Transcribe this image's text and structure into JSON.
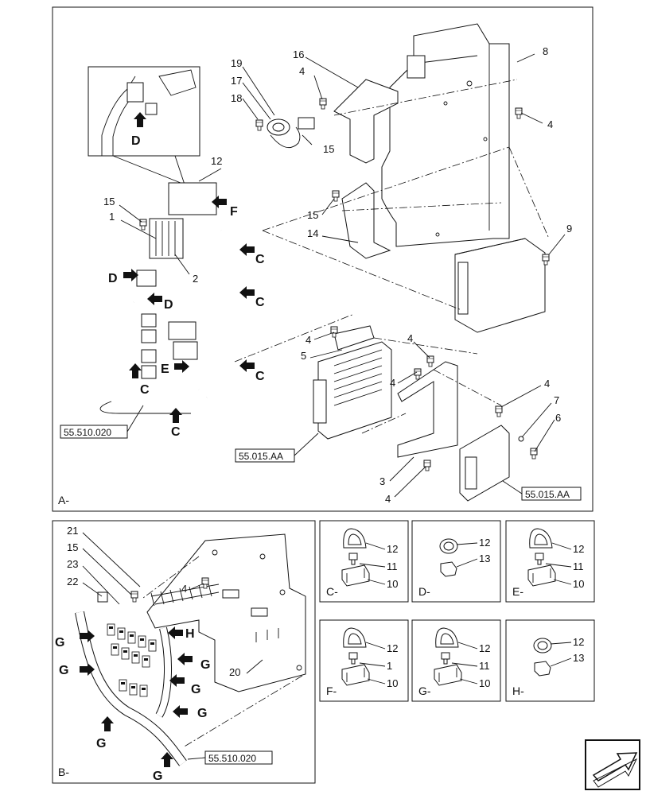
{
  "panels": {
    "A": {
      "section_label": "A-",
      "callouts": {
        "c1": "1",
        "c2": "2",
        "c3": "3",
        "c4a": "4",
        "c4b": "4",
        "c4c": "4",
        "c4d": "4",
        "c4e": "4",
        "c4f": "4",
        "c4g": "4",
        "c5": "5",
        "c6": "6",
        "c7": "7",
        "c8": "8",
        "c9": "9",
        "c12": "12",
        "c14": "14",
        "c15a": "15",
        "c15b": "15",
        "c15c": "15",
        "c16": "16",
        "c17": "17",
        "c18": "18",
        "c19": "19"
      },
      "view_letters": {
        "d1": "D",
        "d2": "D",
        "d3": "D",
        "f1": "F",
        "e1": "E",
        "c1": "C",
        "c2": "C",
        "c3": "C",
        "c4": "C",
        "c5": "C"
      },
      "references": {
        "r1": "55.510.020",
        "r2": "55.015.AA",
        "r3": "55.015.AA"
      }
    },
    "B": {
      "section_label": "B-",
      "callouts": {
        "c4": "4",
        "c15": "15",
        "c20": "20",
        "c21": "21",
        "c22": "22",
        "c23": "23"
      },
      "view_letters": {
        "g1": "G",
        "g2": "G",
        "g3": "G",
        "g4": "G",
        "g5": "G",
        "g6": "G",
        "g7": "G",
        "h1": "H"
      },
      "references": {
        "r1": "55.510.020"
      }
    },
    "details": [
      {
        "section_label": "C-",
        "callouts": [
          "12",
          "11",
          "10"
        ]
      },
      {
        "section_label": "D-",
        "callouts": [
          "12",
          "13"
        ]
      },
      {
        "section_label": "E-",
        "callouts": [
          "12",
          "11",
          "10"
        ]
      },
      {
        "section_label": "F-",
        "callouts": [
          "12",
          "1",
          "10"
        ]
      },
      {
        "section_label": "G-",
        "callouts": [
          "12",
          "11",
          "10"
        ]
      },
      {
        "section_label": "H-",
        "callouts": [
          "12",
          "13"
        ]
      }
    ]
  },
  "icons": {
    "navigation": "next-page-arrow-icon",
    "view-marker": "view-arrow-icon"
  }
}
